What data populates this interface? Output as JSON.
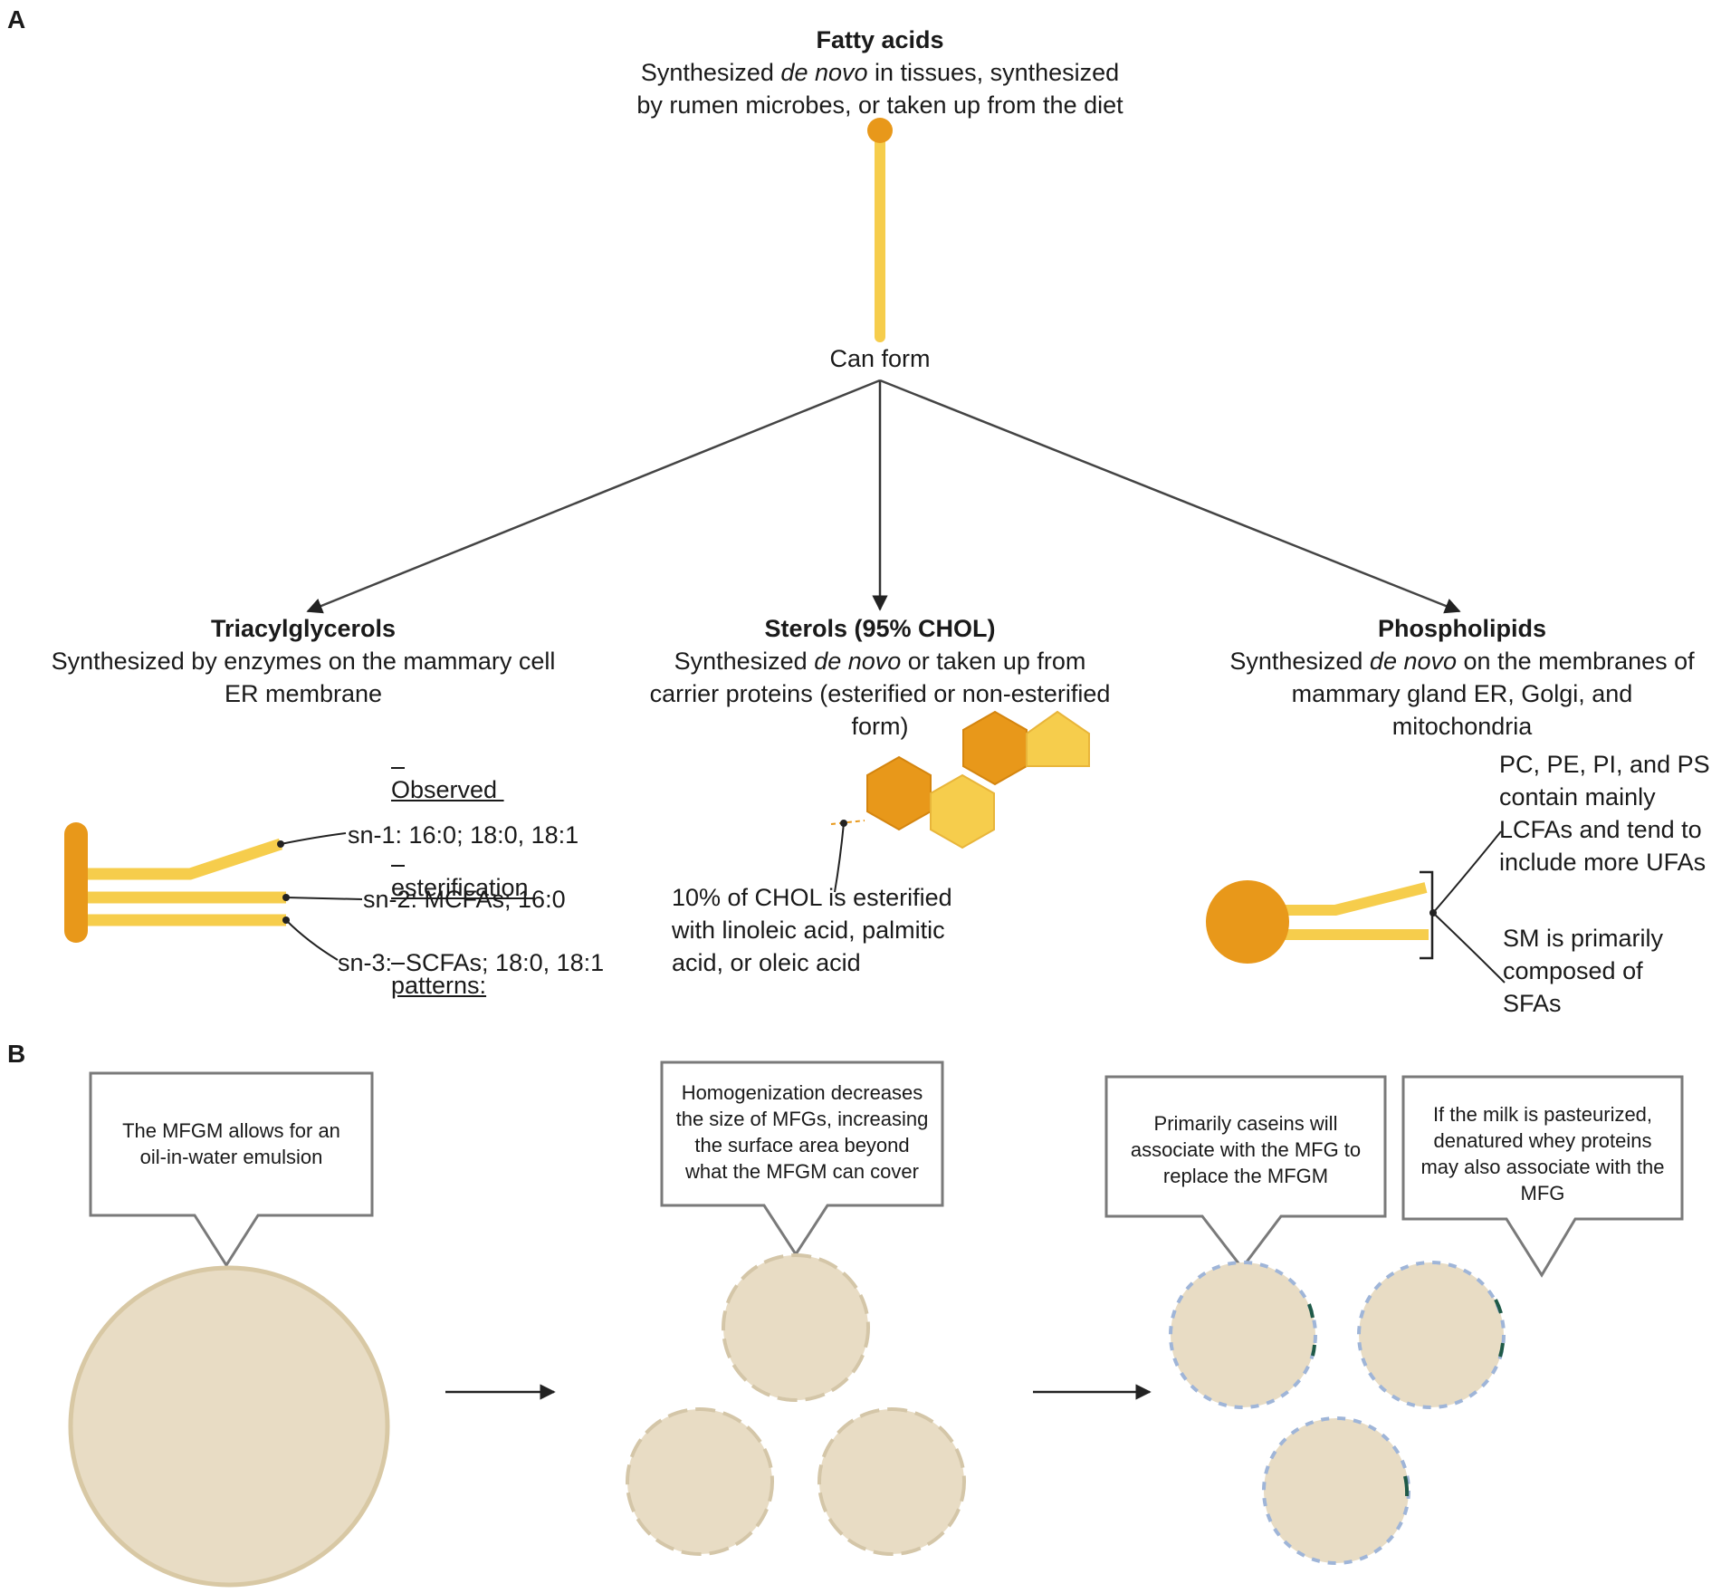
{
  "panel_a_label": "A",
  "panel_b_label": "B",
  "fatty_acids": {
    "title": "Fatty acids",
    "line1_pre": "Synthesized ",
    "line1_italic": "de novo",
    "line1_post": " in tissues, synthesized",
    "line2": "by rumen microbes, or taken up from the diet"
  },
  "can_form": "Can form",
  "triacylglycerols": {
    "title": "Triacylglycerols",
    "desc_line1": "Synthesized by enzymes on the mammary cell",
    "desc_line2": "ER membrane",
    "observed_lines": [
      "Observed ",
      "esterification ",
      "patterns:"
    ],
    "sn1": "sn-1: 16:0; 18:0, 18:1",
    "sn2": "sn-2: MCFAs; 16:0",
    "sn3": "sn-3:  SCFAs; 18:0, 18:1"
  },
  "sterols": {
    "title": "Sterols (95% CHOL)",
    "line1_pre": "Synthesized ",
    "line1_italic": "de novo",
    "line1_post": " or taken up from",
    "line2": "carrier proteins (esterified or non-esterified",
    "line3": "form)",
    "note_lines": [
      "10% of CHOL is esterified",
      "with linoleic acid, palmitic",
      "acid, or oleic acid"
    ]
  },
  "phospholipids": {
    "title": "Phospholipids",
    "line1_pre": "Synthesized ",
    "line1_italic": "de novo",
    "line1_post": " on the membranes of",
    "line2": "mammary gland ER, Golgi, and",
    "line3": "mitochondria",
    "note1_lines": [
      "PC, PE, PI, and PS",
      "contain mainly",
      "LCFAs and tend to",
      "include more UFAs"
    ],
    "note2_lines": [
      "SM is primarily",
      "composed of",
      "SFAs"
    ]
  },
  "callouts": {
    "mfgm": [
      "The MFGM allows for an",
      "oil-in-water emulsion"
    ],
    "homogenization": [
      "Homogenization decreases",
      "the size of MFGs, increasing",
      "the surface area beyond",
      "what the MFGM can cover"
    ],
    "caseins": [
      "Primarily caseins will",
      "associate with the MFG to",
      "replace the MFGM"
    ],
    "whey": [
      "If the milk is pasteurized,",
      "denatured whey proteins",
      "may also associate with the",
      "MFG"
    ]
  },
  "colors": {
    "fatty_light": "#f6cd4c",
    "fatty_dark": "#e8981a",
    "globule_fill": "#e8dcc4",
    "globule_stroke": "#d8c8a4",
    "casein_dash": "#9fb5d8",
    "whey_mark": "#1f5a48",
    "callout_border": "#7a7a7a"
  }
}
